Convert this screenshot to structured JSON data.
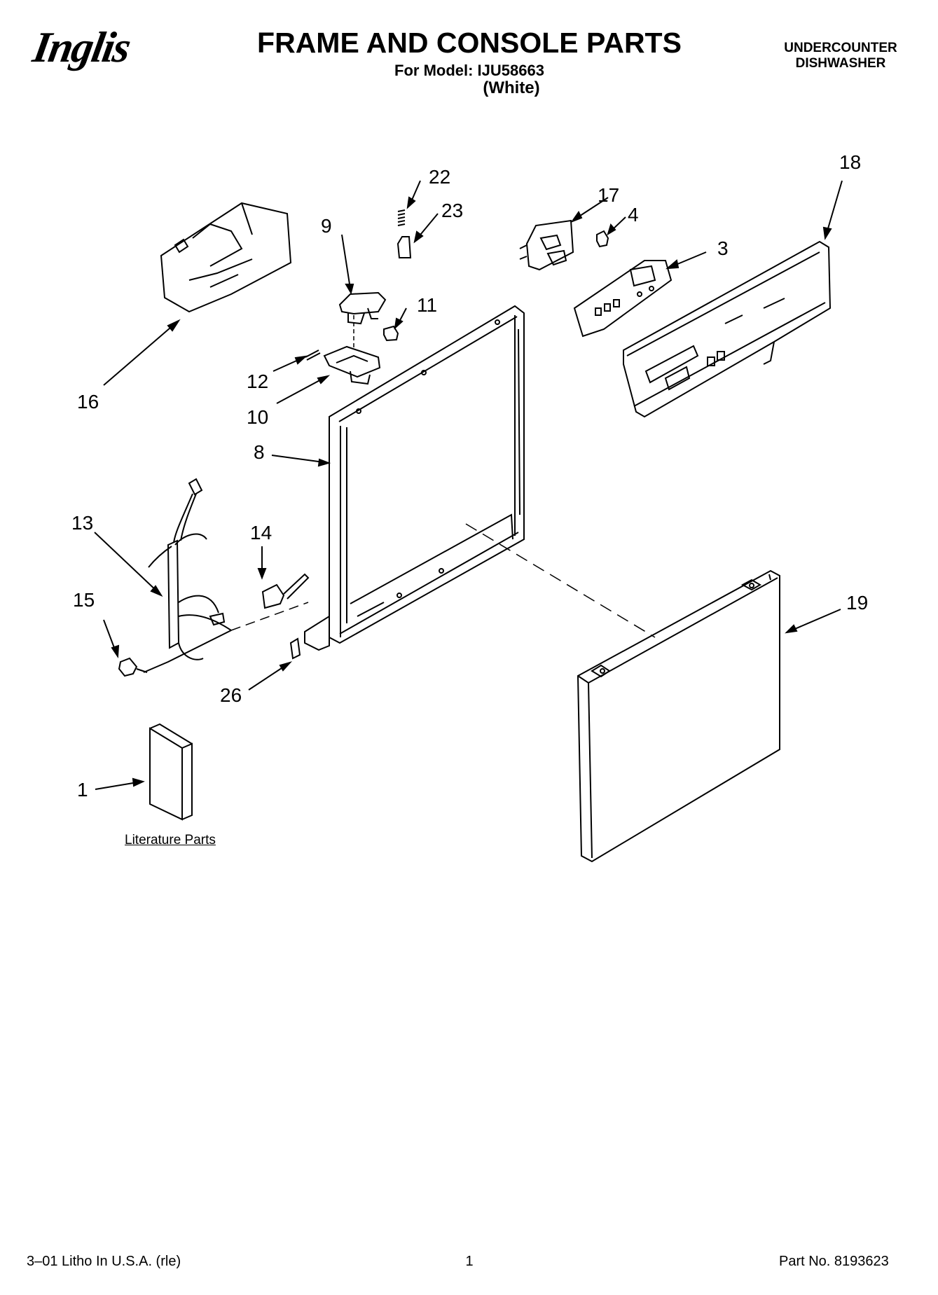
{
  "header": {
    "brand": "Inglis",
    "title": "FRAME AND CONSOLE PARTS",
    "model_line": "For Model: IJU58663",
    "variant": "(White)",
    "category_line1": "UNDERCOUNTER",
    "category_line2": "DISHWASHER"
  },
  "callouts": {
    "c1": "1",
    "c3": "3",
    "c4": "4",
    "c8": "8",
    "c9": "9",
    "c10": "10",
    "c11": "11",
    "c12": "12",
    "c13": "13",
    "c14": "14",
    "c15": "15",
    "c16": "16",
    "c17": "17",
    "c18": "18",
    "c19": "19",
    "c22": "22",
    "c23": "23",
    "c26": "26"
  },
  "literature_label": "Literature Parts",
  "footer": {
    "print_info": "3–01 Litho In U.S.A. (rle)",
    "page_number": "1",
    "part_no": "Part No. 8193623"
  }
}
